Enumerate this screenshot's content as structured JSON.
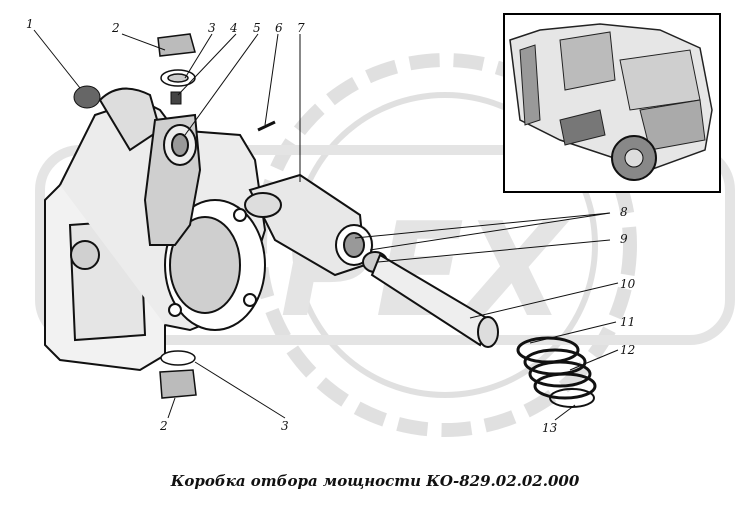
{
  "callouts": [
    "1",
    "2",
    "3",
    "4",
    "5",
    "6",
    "7",
    "8",
    "9",
    "10",
    "11",
    "12",
    "13",
    "2",
    "3"
  ],
  "watermark": "PEX",
  "caption": "Коробка отбора мощности КО-829.02.02.000"
}
